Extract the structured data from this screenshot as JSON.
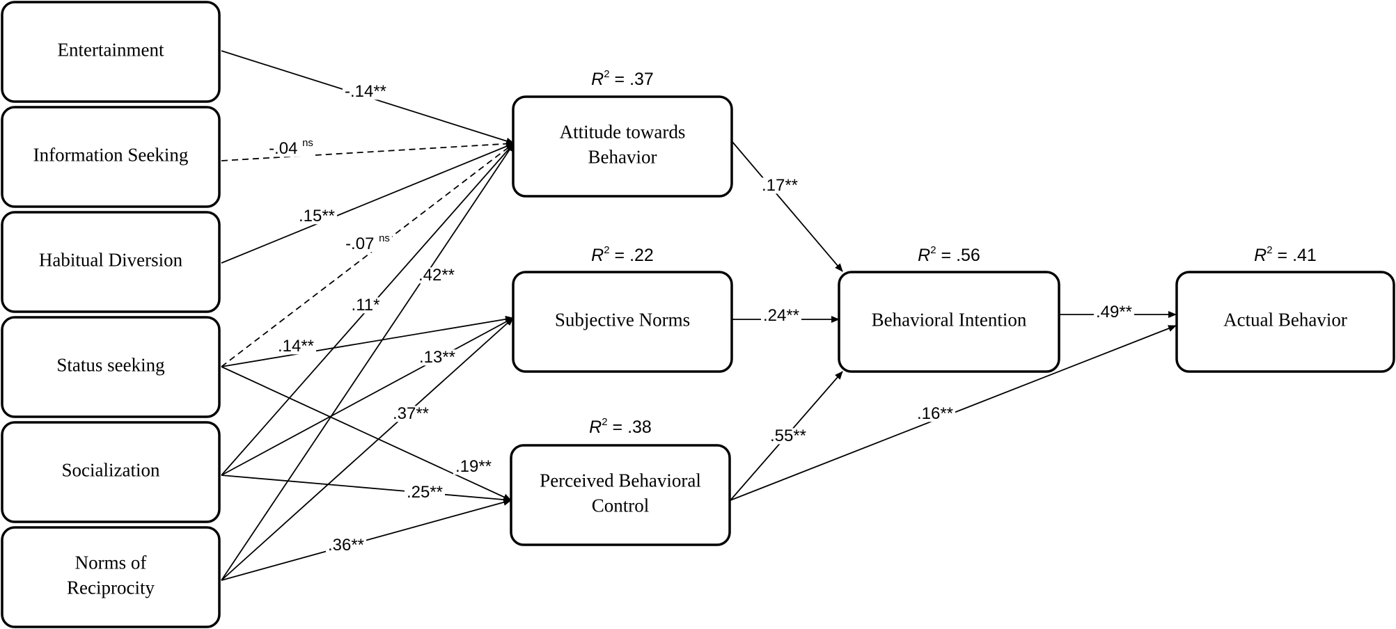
{
  "nodes": [
    {
      "id": "ent",
      "lines": [
        "Entertainment"
      ]
    },
    {
      "id": "info",
      "lines": [
        "Information Seeking"
      ]
    },
    {
      "id": "hab",
      "lines": [
        "Habitual Diversion"
      ]
    },
    {
      "id": "stat",
      "lines": [
        "Status seeking"
      ]
    },
    {
      "id": "soc",
      "lines": [
        "Socialization"
      ]
    },
    {
      "id": "norm",
      "lines": [
        "Norms of",
        "Reciprocity"
      ]
    },
    {
      "id": "att",
      "lines": [
        "Attitude towards",
        "Behavior"
      ]
    },
    {
      "id": "subj",
      "lines": [
        "Subjective Norms"
      ]
    },
    {
      "id": "pbc",
      "lines": [
        "Perceived Behavioral",
        "Control"
      ]
    },
    {
      "id": "bi",
      "lines": [
        "Behavioral Intention"
      ]
    },
    {
      "id": "ab",
      "lines": [
        "Actual Behavior"
      ]
    }
  ],
  "r_squared": [
    {
      "node": "att",
      "label": "R",
      "sq": "2",
      "value": " = .37"
    },
    {
      "node": "subj",
      "label": "R",
      "sq": "2",
      "value": " = .22"
    },
    {
      "node": "pbc",
      "label": "R",
      "sq": "2",
      "value": " = .38"
    },
    {
      "node": "bi",
      "label": "R",
      "sq": "2",
      "value": " = .56"
    },
    {
      "node": "ab",
      "label": "R",
      "sq": "2",
      "value": " = .41"
    }
  ],
  "edges": [
    {
      "from": "ent",
      "to": "att",
      "coef": "-.14**",
      "sup": "",
      "dashed": false
    },
    {
      "from": "info",
      "to": "att",
      "coef": "-.04 ",
      "sup": "ns",
      "dashed": true
    },
    {
      "from": "hab",
      "to": "att",
      "coef": ".15**",
      "sup": "",
      "dashed": false
    },
    {
      "from": "stat",
      "to": "att",
      "coef": "-.07 ",
      "sup": "ns",
      "dashed": true
    },
    {
      "from": "soc",
      "to": "att",
      "coef": ".11*",
      "sup": "",
      "dashed": false
    },
    {
      "from": "norm",
      "to": "att",
      "coef": ".42**",
      "sup": "",
      "dashed": false
    },
    {
      "from": "stat",
      "to": "subj",
      "coef": ".14**",
      "sup": "",
      "dashed": false
    },
    {
      "from": "soc",
      "to": "subj",
      "coef": ".13**",
      "sup": "",
      "dashed": false
    },
    {
      "from": "norm",
      "to": "subj",
      "coef": ".37**",
      "sup": "",
      "dashed": false
    },
    {
      "from": "stat",
      "to": "pbc",
      "coef": ".19**",
      "sup": "",
      "dashed": false
    },
    {
      "from": "soc",
      "to": "pbc",
      "coef": ".25**",
      "sup": "",
      "dashed": false
    },
    {
      "from": "norm",
      "to": "pbc",
      "coef": ".36**",
      "sup": "",
      "dashed": false
    },
    {
      "from": "att",
      "to": "bi",
      "coef": ".17**",
      "sup": "",
      "dashed": false
    },
    {
      "from": "subj",
      "to": "bi",
      "coef": ".24**",
      "sup": "",
      "dashed": false
    },
    {
      "from": "pbc",
      "to": "bi",
      "coef": ".55**",
      "sup": "",
      "dashed": false
    },
    {
      "from": "bi",
      "to": "ab",
      "coef": ".49**",
      "sup": "",
      "dashed": false
    },
    {
      "from": "pbc",
      "to": "ab",
      "coef": ".16**",
      "sup": "",
      "dashed": false
    }
  ]
}
